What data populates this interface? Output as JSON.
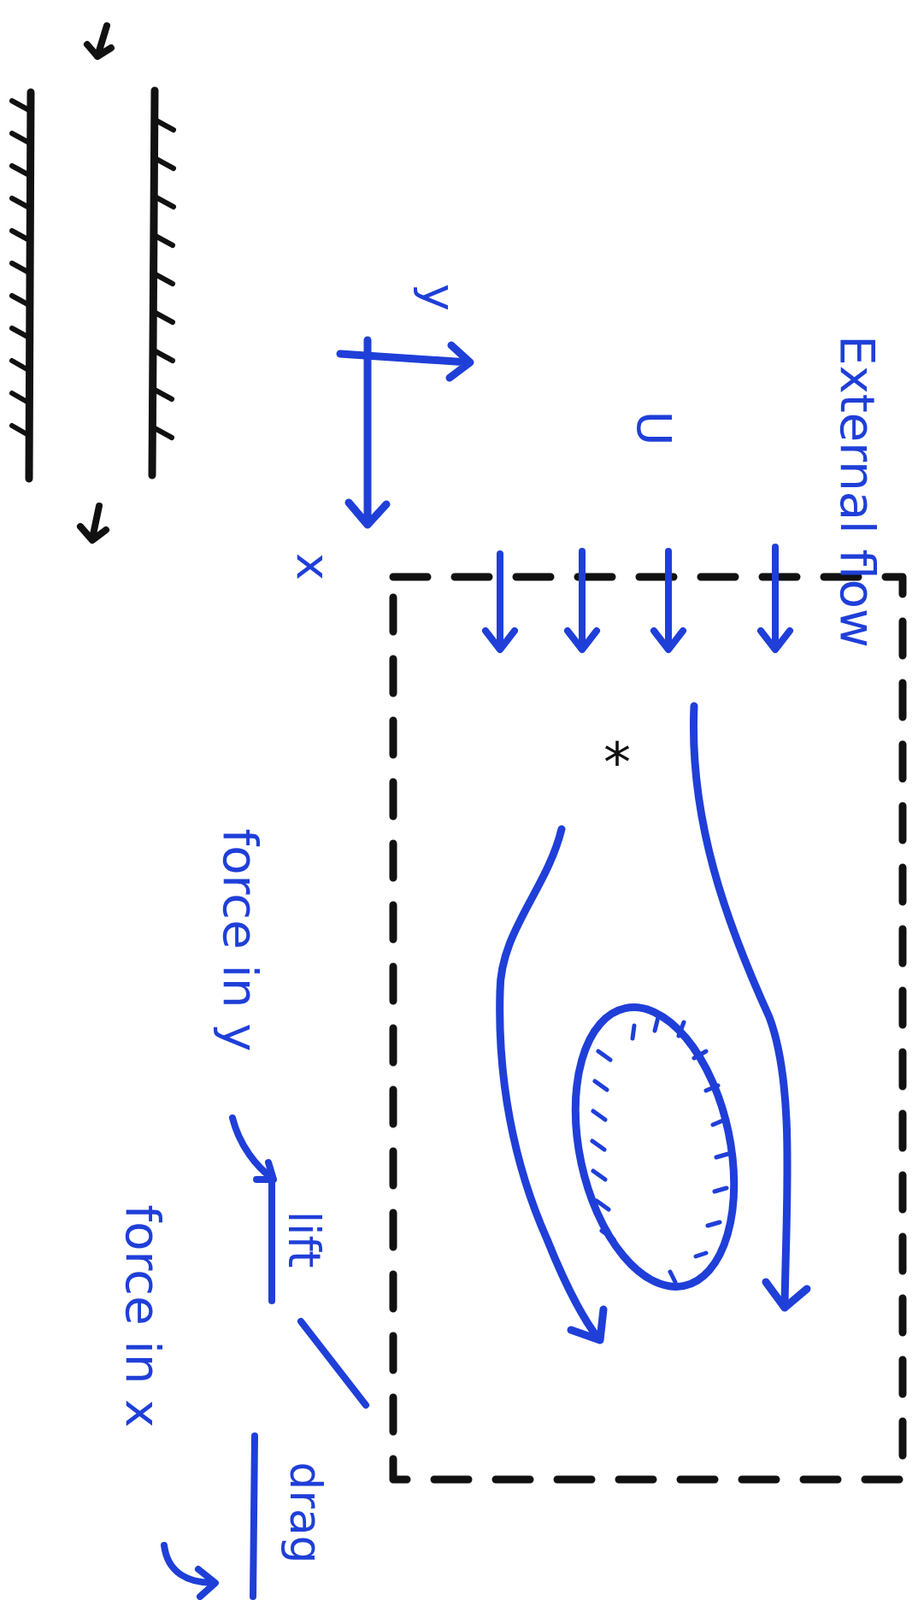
{
  "diagram": {
    "labels": [
      "External flow",
      "U",
      "y",
      "x",
      "*",
      "force in y",
      "lift",
      "drag",
      "force in x"
    ]
  }
}
